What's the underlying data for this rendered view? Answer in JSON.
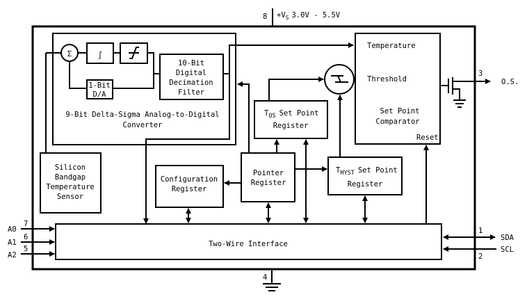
{
  "power": {
    "pin": "8",
    "label": "+V",
    "sub": "S",
    "range": "3.0V - 5.5V"
  },
  "ground": {
    "pin": "4"
  },
  "adc": {
    "title_line1": "9-Bit Delta-Sigma Analog-to-Digital",
    "title_line2": "Converter",
    "sum_symbol": "Σ",
    "integrator_symbol": "∫",
    "dac_line1": "1-Bit",
    "dac_line2": "D/A",
    "filter_lines": [
      "10-Bit",
      "Digital",
      "Decimation",
      "Filter"
    ]
  },
  "sensor": {
    "lines": [
      "Silicon",
      "Bandgap",
      "Temperature",
      "Sensor"
    ]
  },
  "config_register": {
    "lines": [
      "Configuration",
      "Register"
    ]
  },
  "pointer_register": {
    "lines": [
      "Pointer",
      "Register"
    ]
  },
  "tos_register": {
    "t": "T",
    "sub": "OS",
    "line1": "Set Point",
    "line2": "Register"
  },
  "thyst_register": {
    "t": "T",
    "sub": "HYST",
    "line1": "Set Point",
    "line2": "Register"
  },
  "comparator": {
    "temperature": "Temperature",
    "threshold": "Threshold",
    "line1": "Set Point",
    "line2": "Comparator",
    "reset": "Reset"
  },
  "output": {
    "pin": "3",
    "label": "O.S."
  },
  "interface": {
    "label": "Two-Wire Interface"
  },
  "address_pins": [
    {
      "label": "A0",
      "pin": "7"
    },
    {
      "label": "A1",
      "pin": "6"
    },
    {
      "label": "A2",
      "pin": "5"
    }
  ],
  "bus_pins": [
    {
      "label": "SDA",
      "pin": "1"
    },
    {
      "label": "SCL",
      "pin": "2"
    }
  ]
}
